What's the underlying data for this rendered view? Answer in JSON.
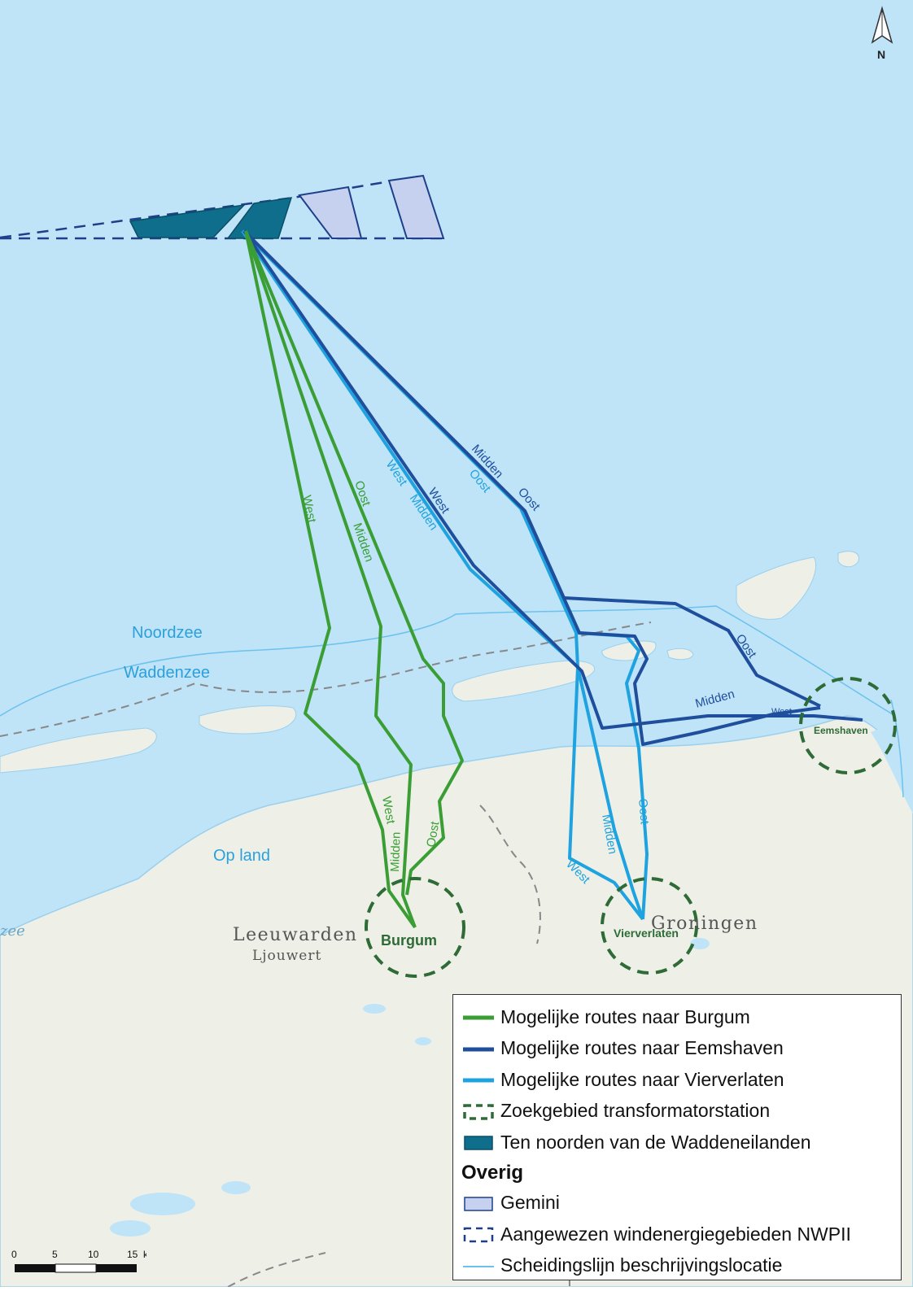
{
  "map": {
    "north_label": "N",
    "labels": {
      "noordzee": "Noordzee",
      "waddenzee": "Waddenzee",
      "op_land": "Op land",
      "zee": "zee",
      "leeuwarden": "Leeuwarden",
      "ljouwert": "Ljouwert",
      "groningen": "Groningen"
    },
    "stations": {
      "burgum": "Burgum",
      "vierverlaten": "Vierverlaten",
      "eemshaven": "Eemshaven"
    },
    "route_labels": {
      "green_west_upper": "West",
      "green_oost_upper": "Oost",
      "green_midden_upper": "Midden",
      "green_west_lower": "West",
      "green_midden_lower": "Midden",
      "green_oost_lower": "Oost",
      "light_west_upper": "West",
      "light_midden_upper": "Midden",
      "light_oost_upper": "Oost",
      "light_midden_lower": "Midden",
      "light_oost_lower": "Oost",
      "light_west_lower": "West",
      "dark_west_upper": "West",
      "dark_midden_upper": "Midden",
      "dark_oost_upper": "Oost",
      "dark_oost_lower": "Oost",
      "dark_midden_lower": "Midden",
      "dark_west_lower": "West"
    },
    "colors": {
      "sea": "#bfe3f7",
      "land": "#eef0e8",
      "route_burgum": "#3a9e35",
      "route_eemshaven": "#1f4e9c",
      "route_vierverlaten": "#1fa3e0",
      "search_area": "#2f6b36",
      "wind_area": "#0e6e8c",
      "gemini": "#c6d1ef"
    }
  },
  "scale": {
    "ticks": [
      "0",
      "5",
      "10",
      "15"
    ],
    "unit": "km"
  },
  "legend": {
    "items": [
      {
        "label": "Mogelijke routes naar Burgum",
        "symbol": "line-green"
      },
      {
        "label": "Mogelijke routes naar Eemshaven",
        "symbol": "line-darkblue"
      },
      {
        "label": "Mogelijke routes naar Vierverlaten",
        "symbol": "line-lightblue"
      },
      {
        "label": "Zoekgebied transformatorstation",
        "symbol": "dashed-box-green"
      },
      {
        "label": "Ten noorden van de Waddeneilanden",
        "symbol": "filled-box-teal"
      }
    ],
    "heading": "Overig",
    "other_items": [
      {
        "label": "Gemini",
        "symbol": "filled-box-lightblue"
      },
      {
        "label": "Aangewezen windenergiegebieden NWPII",
        "symbol": "dashed-box-blue"
      },
      {
        "label": "Scheidingslijn beschrijvingslocatie",
        "symbol": "line-thin-lightblue"
      }
    ]
  }
}
